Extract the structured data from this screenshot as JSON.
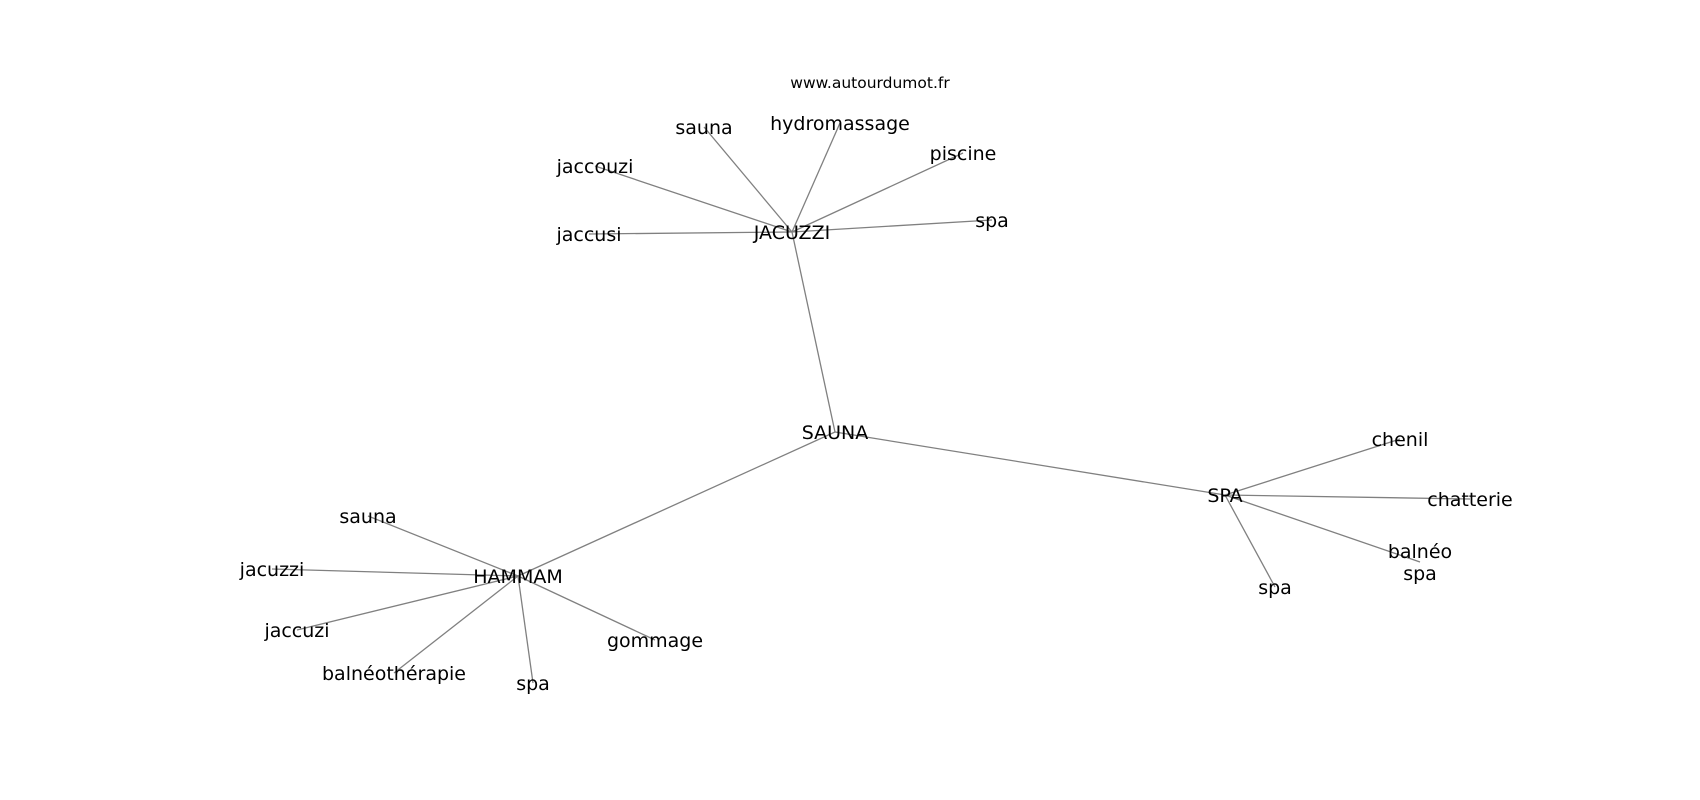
{
  "source_text": "www.autourdumot.fr",
  "colors": {
    "edge": "#808080",
    "text": "#000000",
    "background": "#ffffff"
  },
  "graph": {
    "center": "SAUNA",
    "hubs": [
      {
        "id": "jacuzzi",
        "label": "JACUZZI",
        "words": [
          "sauna",
          "hydromassage",
          "piscine",
          "jaccouzi",
          "jaccusi",
          "spa"
        ]
      },
      {
        "id": "hammam",
        "label": "HAMMAM",
        "words": [
          "sauna",
          "jacuzzi",
          "jaccuzi",
          "balnéothérapie",
          "spa",
          "gommage"
        ]
      },
      {
        "id": "spa",
        "label": "SPA",
        "words": [
          "chenil",
          "chatterie",
          "balnéo spa",
          "spa"
        ]
      }
    ]
  }
}
